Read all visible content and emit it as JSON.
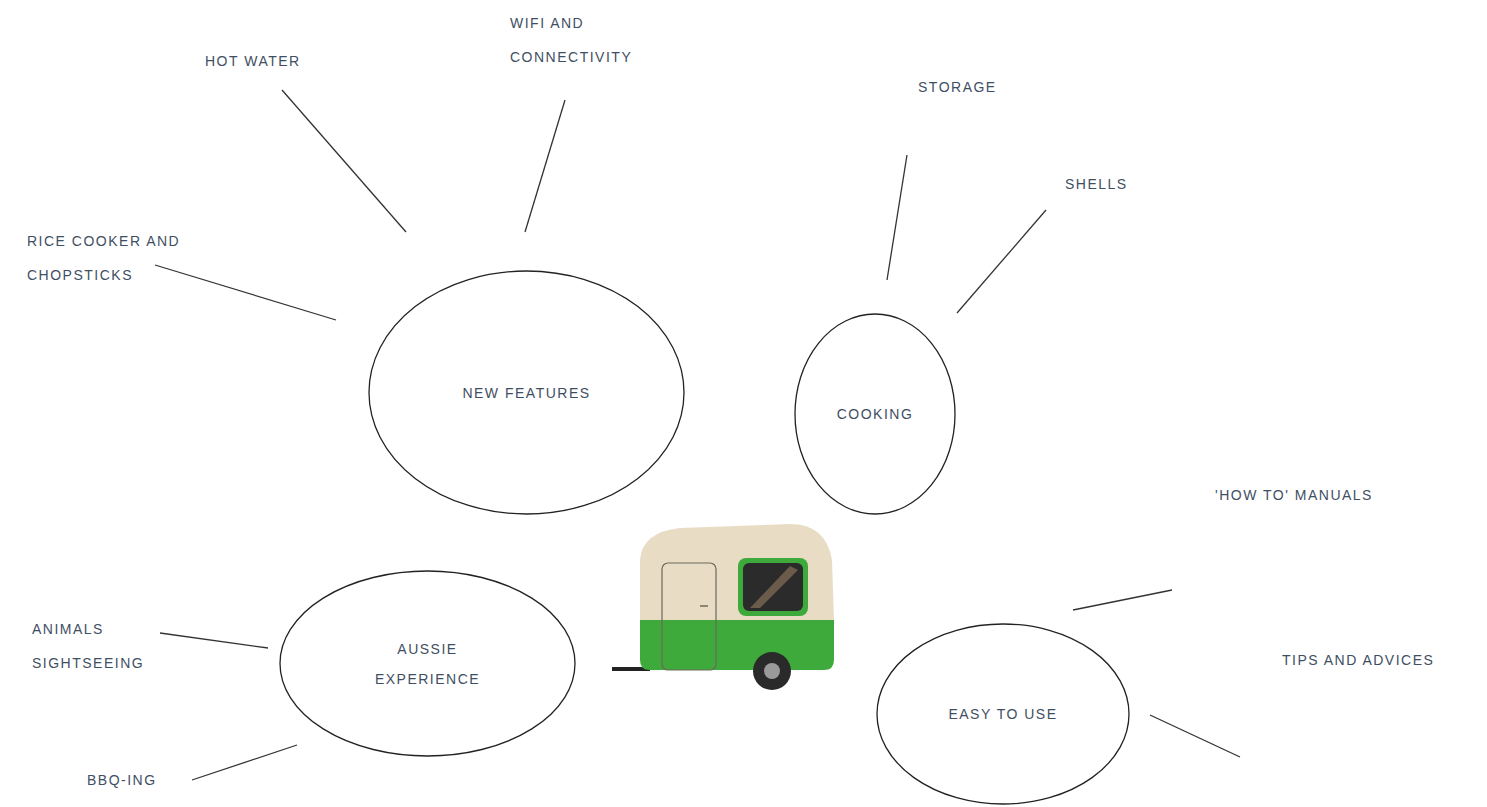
{
  "diagram": {
    "nodes": [
      {
        "text": [
          "NEW FEATURES"
        ]
      },
      {
        "text": [
          "COOKING"
        ]
      },
      {
        "text": [
          "AUSSIE EXPERIENCE"
        ]
      },
      {
        "text": [
          "EASY TO USE"
        ]
      }
    ],
    "labels": [
      "HOT WATER",
      "WIFI AND CONNECTIVITY",
      "RICE COOKER AND CHOPSTICKS",
      "STORAGE",
      "SHELLS",
      "'HOW TO' MANUALS",
      "TIPS AND ADVICES",
      "ANIMALS SIGHTSEEING",
      "BBQ-ING"
    ]
  }
}
